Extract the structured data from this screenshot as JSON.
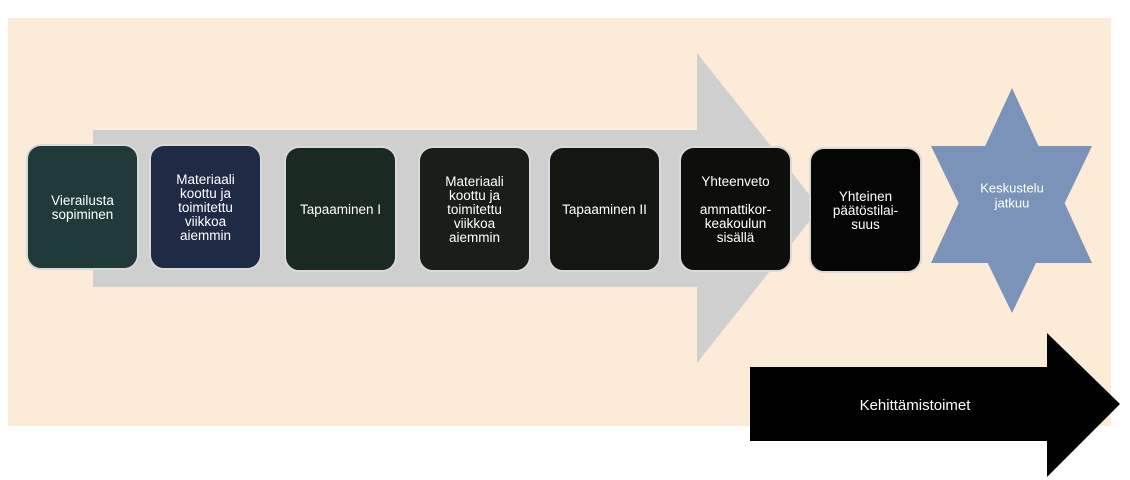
{
  "colors": {
    "background_panel": "#fcebd6",
    "main_arrow": "#cfcfcf",
    "star": "#7b93b8",
    "dev_arrow": "#000000"
  },
  "steps": [
    {
      "lines": [
        "Vierailusta",
        "sopiminen"
      ],
      "color": "#203a3a"
    },
    {
      "lines": [
        "Materiaali",
        "koottu ja",
        "toimitettu",
        "viikkoa",
        "aiemmin"
      ],
      "color": "#1f2a44"
    },
    {
      "lines": [
        "Tapaaminen I"
      ],
      "color": "#1a2a22"
    },
    {
      "lines": [
        "Materiaali",
        "koottu ja",
        "toimitettu",
        "viikkoa",
        "aiemmin"
      ],
      "color": "#1a1e18"
    },
    {
      "lines": [
        "Tapaaminen II"
      ],
      "color": "#141611"
    },
    {
      "lines": [
        "Yhteenveto",
        "",
        "ammattikor-",
        "keakoulun",
        "sisällä"
      ],
      "color": "#0e0f0c"
    },
    {
      "lines": [
        "Yhteinen",
        "päätöstilai-",
        "suus"
      ],
      "color": "#050505"
    }
  ],
  "star": {
    "lines": [
      "Keskustelu",
      "jatkuu"
    ]
  },
  "dev_arrow": {
    "label": "Kehittämistoimet"
  }
}
